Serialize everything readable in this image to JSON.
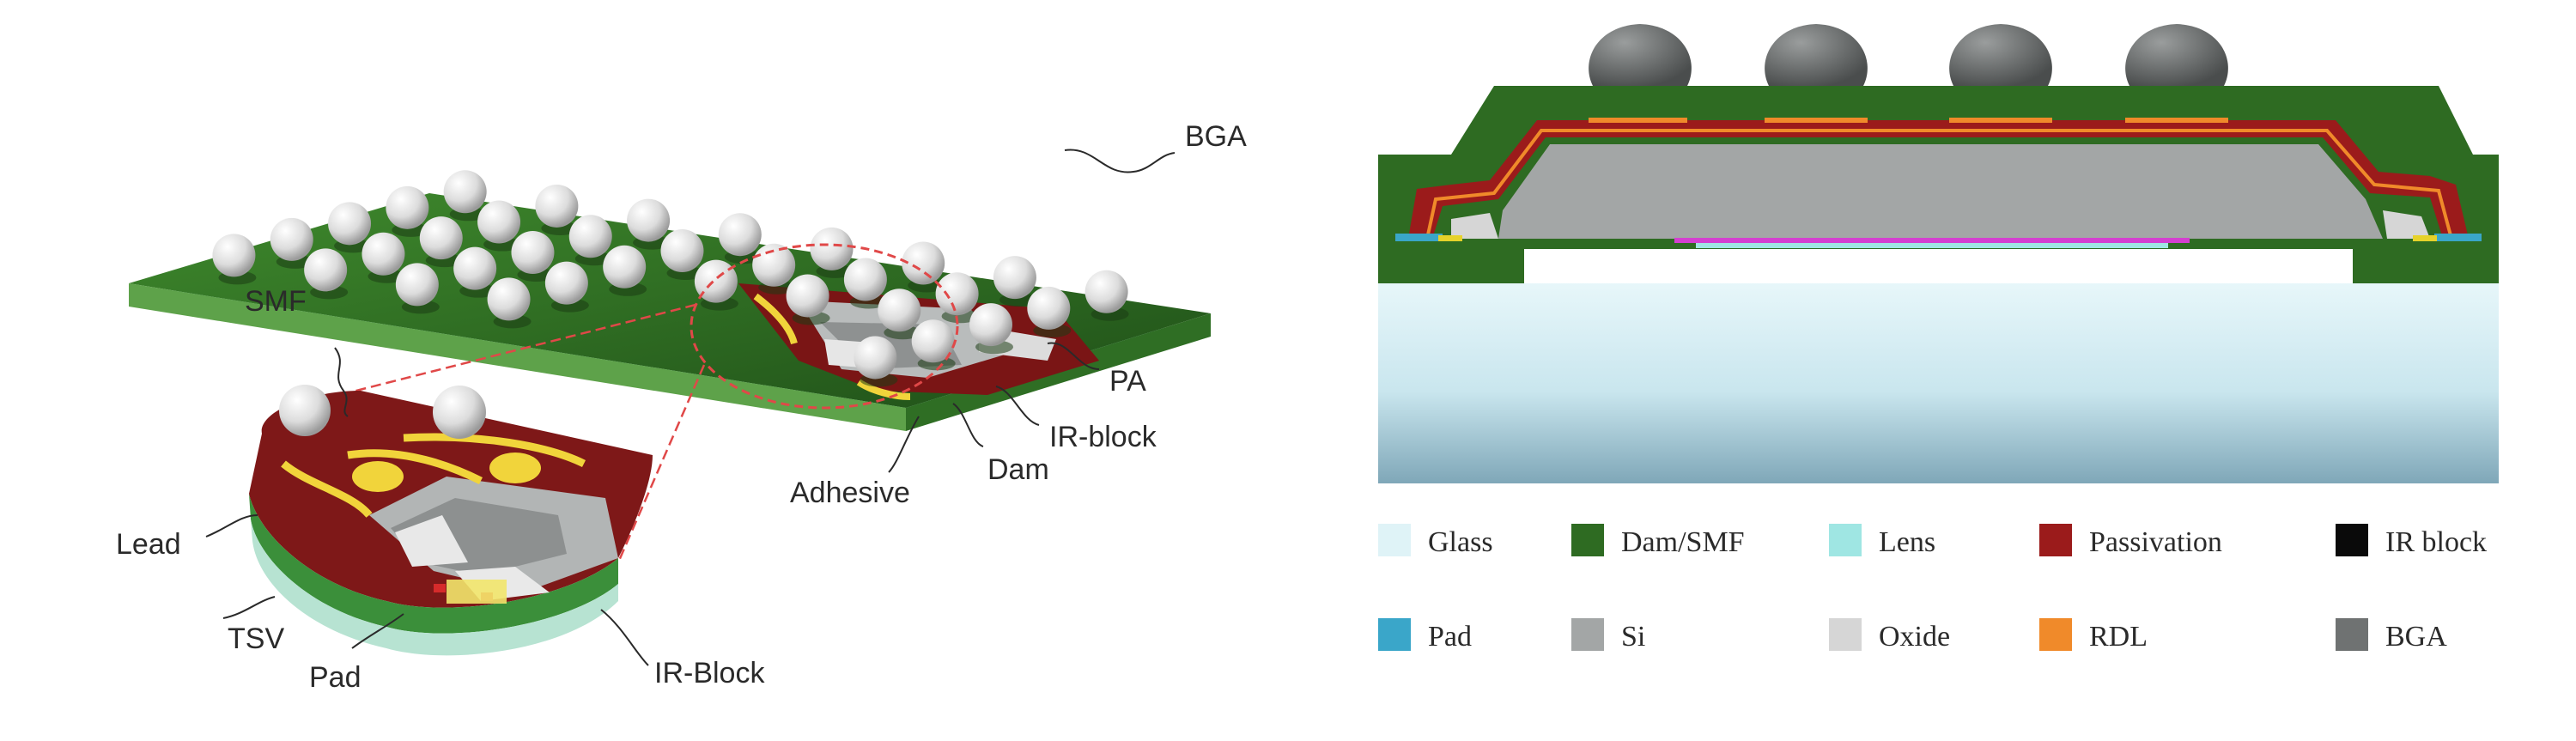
{
  "left_diagram": {
    "labels": {
      "bga": "BGA",
      "smf": "SMF",
      "pa": "PA",
      "ir_block": "IR-block",
      "dam": "Dam",
      "adhesive": "Adhesive",
      "lead": "Lead",
      "tsv": "TSV",
      "pad": "Pad",
      "ir_block_zoom": "IR-Block"
    }
  },
  "legend": {
    "items": [
      {
        "label": "Glass",
        "color": "#dff3f7"
      },
      {
        "label": "Dam/SMF",
        "color": "#2e6b22"
      },
      {
        "label": "Lens",
        "color": "#9fe6e3"
      },
      {
        "label": "Passivation",
        "color": "#9b1b1b"
      },
      {
        "label": "IR block",
        "color": "#0a0a0a"
      },
      {
        "label": "Pad",
        "color": "#3aa6c9"
      },
      {
        "label": "Si",
        "color": "#a3a6a6"
      },
      {
        "label": "Oxide",
        "color": "#d6d6d6"
      },
      {
        "label": "RDL",
        "color": "#f08a2a"
      },
      {
        "label": "BGA",
        "color": "#6f7272"
      }
    ]
  },
  "colors": {
    "green": "#2e6b22",
    "glass": "#dff3f7",
    "passivation": "#9b1b1b",
    "rdl": "#f08a2a",
    "si": "#a3a6a6",
    "zoom_line": "#e04848"
  }
}
